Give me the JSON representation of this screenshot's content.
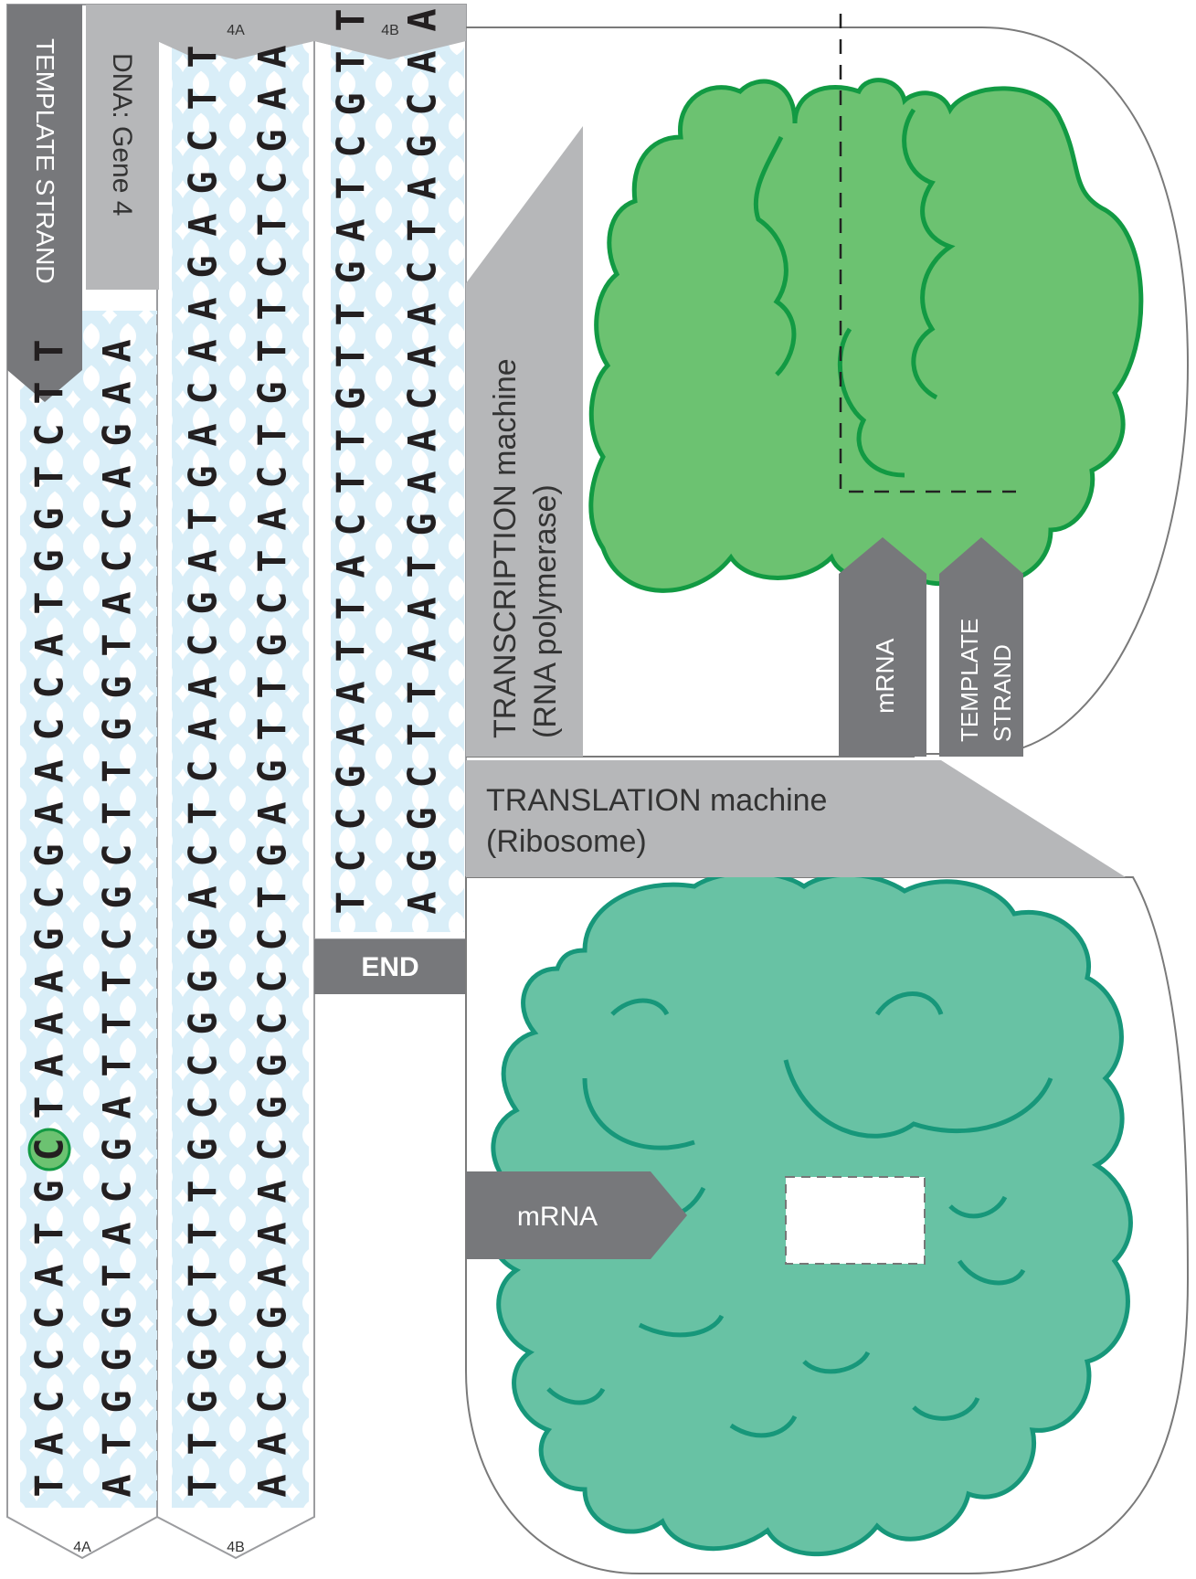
{
  "strip": {
    "template_strand_label": "TEMPLATE STRAND",
    "gene_label": "DNA: Gene 4",
    "end_label": "END",
    "segment_a_label": "4A",
    "segment_b_label": "4B",
    "highlight_base_index": 8
  },
  "dna": {
    "seg_a_template": "TACCCATGCTAAAGCGAACCATGGTCTT",
    "seg_a_complement": "ATGGGTACGATTTCGCTTGGTACCAGAA",
    "seg_b_template": "TTGGCTTTGCCGGGACTCAACGATGACAAGAGCTT",
    "seg_b_complement": "AACCGAAACGGCCCTGAGTTGCTACTGTTCTCGAA",
    "seg_c_template": "TCCGAATTACTTGTTGATCGTT",
    "seg_c_complement": "AGGCTTAATGAACAACTAGCAA"
  },
  "machines": {
    "transcription_title": "TRANSCRIPTION machine",
    "transcription_subtitle": "(RNA polymerase)",
    "mrna_label": "mRNA",
    "template_label_line1": "TEMPLATE",
    "template_label_line2": "STRAND",
    "translation_title": "TRANSLATION machine",
    "translation_subtitle": "(Ribosome)",
    "ribosome_mrna_label": "mRNA"
  },
  "colors": {
    "dark_gray": "#77787b",
    "light_gray": "#b6b7b9",
    "dna_blue": "#d9eef8",
    "polymerase_fill": "#6cc271",
    "polymerase_stroke": "#129a43",
    "ribosome_fill": "#68c2a4",
    "ribosome_stroke": "#17977a",
    "highlight_fill": "#6cc271",
    "highlight_stroke": "#129a43"
  }
}
